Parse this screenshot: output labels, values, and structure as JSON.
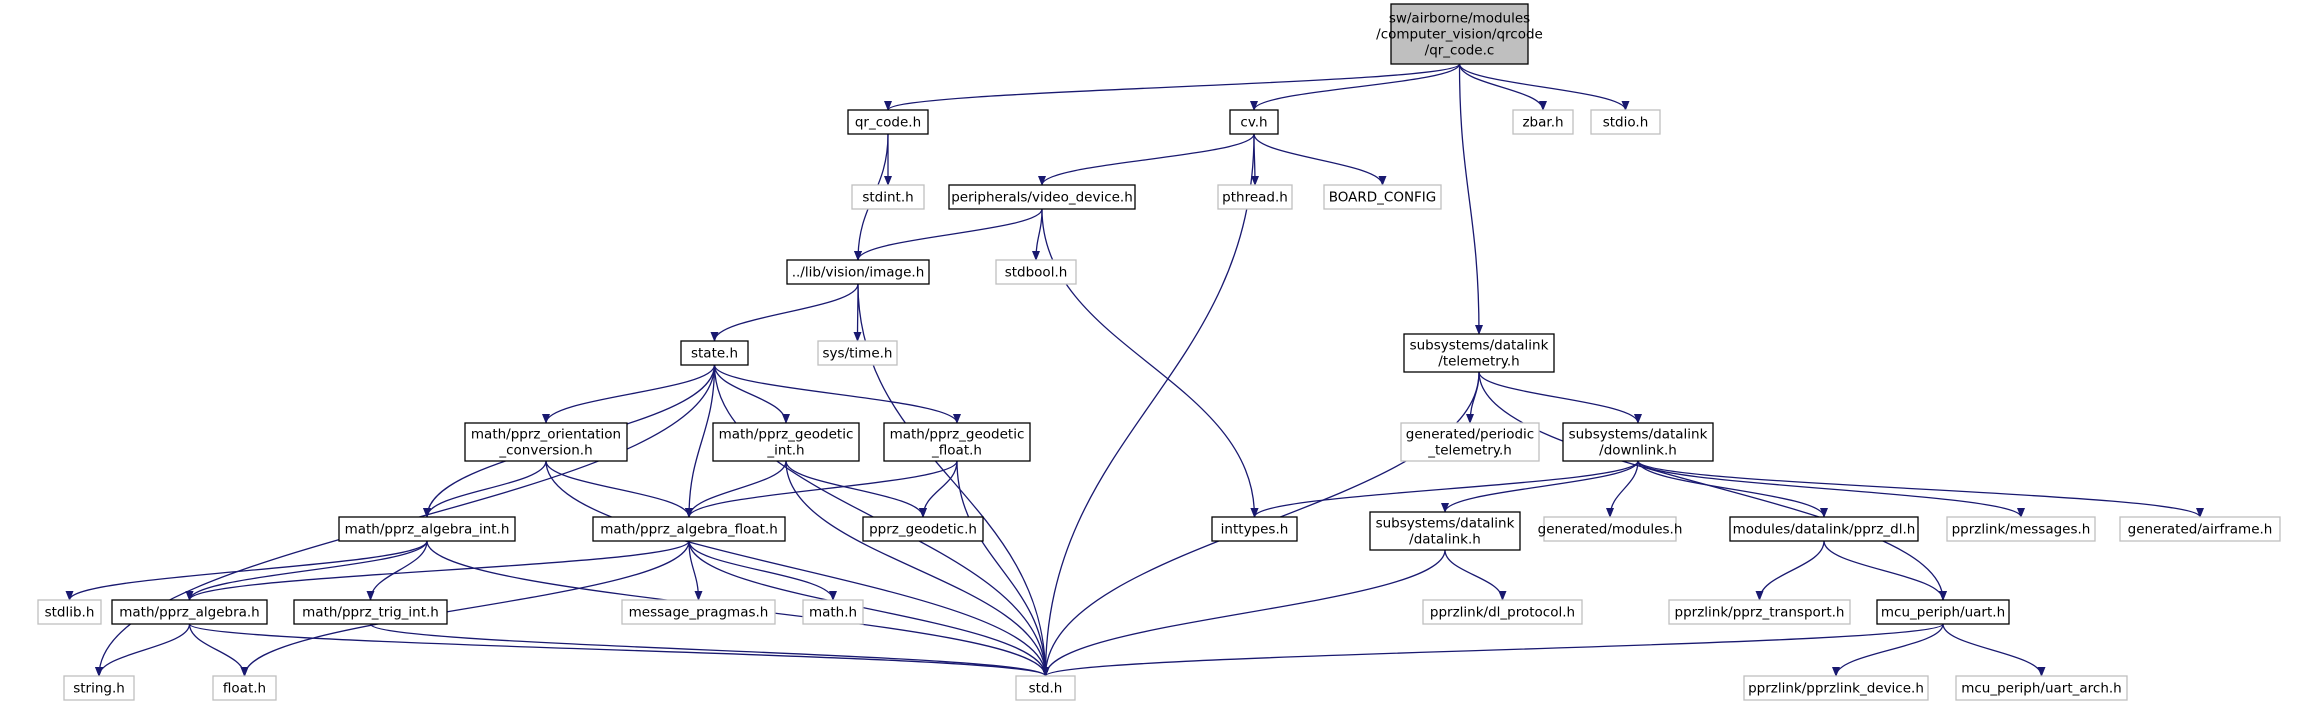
{
  "colors": {
    "edge": "#191970",
    "node_border": "#000000",
    "external_border": "#bfbfbf",
    "root_fill": "#bfbfbf",
    "node_fill": "#ffffff",
    "text": "#000000"
  },
  "nodes": [
    {
      "id": "root",
      "lines": [
        "sw/airborne/modules",
        "/computer_vision/qrcode",
        "/qr_code.c"
      ],
      "kind": "root"
    },
    {
      "id": "qr_code_h",
      "lines": [
        "qr_code.h"
      ],
      "kind": "normal"
    },
    {
      "id": "cv_h",
      "lines": [
        "cv.h"
      ],
      "kind": "normal"
    },
    {
      "id": "zbar_h",
      "lines": [
        "zbar.h"
      ],
      "kind": "external"
    },
    {
      "id": "stdio_h",
      "lines": [
        "stdio.h"
      ],
      "kind": "external"
    },
    {
      "id": "stdint_h",
      "lines": [
        "stdint.h"
      ],
      "kind": "external"
    },
    {
      "id": "video_device_h",
      "lines": [
        "peripherals/video_device.h"
      ],
      "kind": "normal"
    },
    {
      "id": "pthread_h",
      "lines": [
        "pthread.h"
      ],
      "kind": "external"
    },
    {
      "id": "board_config",
      "lines": [
        "BOARD_CONFIG"
      ],
      "kind": "external"
    },
    {
      "id": "image_h",
      "lines": [
        "../lib/vision/image.h"
      ],
      "kind": "normal"
    },
    {
      "id": "stdbool_h",
      "lines": [
        "stdbool.h"
      ],
      "kind": "external"
    },
    {
      "id": "state_h",
      "lines": [
        "state.h"
      ],
      "kind": "normal"
    },
    {
      "id": "sys_time_h",
      "lines": [
        "sys/time.h"
      ],
      "kind": "external"
    },
    {
      "id": "telemetry_h",
      "lines": [
        "subsystems/datalink",
        "/telemetry.h"
      ],
      "kind": "normal"
    },
    {
      "id": "orient_conv_h",
      "lines": [
        "math/pprz_orientation",
        "_conversion.h"
      ],
      "kind": "normal"
    },
    {
      "id": "geodetic_int_h",
      "lines": [
        "math/pprz_geodetic",
        "_int.h"
      ],
      "kind": "normal"
    },
    {
      "id": "geodetic_float_h",
      "lines": [
        "math/pprz_geodetic",
        "_float.h"
      ],
      "kind": "normal"
    },
    {
      "id": "periodic_telemetry_h",
      "lines": [
        "generated/periodic",
        "_telemetry.h"
      ],
      "kind": "external"
    },
    {
      "id": "downlink_h",
      "lines": [
        "subsystems/datalink",
        "/downlink.h"
      ],
      "kind": "normal"
    },
    {
      "id": "algebra_int_h",
      "lines": [
        "math/pprz_algebra_int.h"
      ],
      "kind": "normal"
    },
    {
      "id": "algebra_float_h",
      "lines": [
        "math/pprz_algebra_float.h"
      ],
      "kind": "normal"
    },
    {
      "id": "pprz_geodetic_h",
      "lines": [
        "pprz_geodetic.h"
      ],
      "kind": "normal"
    },
    {
      "id": "inttypes_h",
      "lines": [
        "inttypes.h"
      ],
      "kind": "normal"
    },
    {
      "id": "datalink_h",
      "lines": [
        "subsystems/datalink",
        "/datalink.h"
      ],
      "kind": "normal"
    },
    {
      "id": "gen_modules_h",
      "lines": [
        "generated/modules.h"
      ],
      "kind": "external"
    },
    {
      "id": "pprz_dl_h",
      "lines": [
        "modules/datalink/pprz_dl.h"
      ],
      "kind": "normal"
    },
    {
      "id": "pprzlink_messages_h",
      "lines": [
        "pprzlink/messages.h"
      ],
      "kind": "external"
    },
    {
      "id": "gen_airframe_h",
      "lines": [
        "generated/airframe.h"
      ],
      "kind": "external"
    },
    {
      "id": "stdlib_h",
      "lines": [
        "stdlib.h"
      ],
      "kind": "external"
    },
    {
      "id": "pprz_algebra_h",
      "lines": [
        "math/pprz_algebra.h"
      ],
      "kind": "normal"
    },
    {
      "id": "trig_int_h",
      "lines": [
        "math/pprz_trig_int.h"
      ],
      "kind": "normal"
    },
    {
      "id": "message_pragmas_h",
      "lines": [
        "message_pragmas.h"
      ],
      "kind": "external"
    },
    {
      "id": "math_h",
      "lines": [
        "math.h"
      ],
      "kind": "external"
    },
    {
      "id": "dl_protocol_h",
      "lines": [
        "pprzlink/dl_protocol.h"
      ],
      "kind": "external"
    },
    {
      "id": "pprz_transport_h",
      "lines": [
        "pprzlink/pprz_transport.h"
      ],
      "kind": "external"
    },
    {
      "id": "uart_h",
      "lines": [
        "mcu_periph/uart.h"
      ],
      "kind": "normal"
    },
    {
      "id": "string_h",
      "lines": [
        "string.h"
      ],
      "kind": "external"
    },
    {
      "id": "float_h",
      "lines": [
        "float.h"
      ],
      "kind": "external"
    },
    {
      "id": "std_h",
      "lines": [
        "std.h"
      ],
      "kind": "external"
    },
    {
      "id": "pprzlink_device_h",
      "lines": [
        "pprzlink/pprzlink_device.h"
      ],
      "kind": "external"
    },
    {
      "id": "uart_arch_h",
      "lines": [
        "mcu_periph/uart_arch.h"
      ],
      "kind": "external"
    }
  ],
  "edges": [
    [
      "root",
      "qr_code_h"
    ],
    [
      "root",
      "cv_h"
    ],
    [
      "root",
      "zbar_h"
    ],
    [
      "root",
      "stdio_h"
    ],
    [
      "root",
      "telemetry_h"
    ],
    [
      "qr_code_h",
      "stdint_h"
    ],
    [
      "qr_code_h",
      "image_h"
    ],
    [
      "cv_h",
      "video_device_h"
    ],
    [
      "cv_h",
      "pthread_h"
    ],
    [
      "cv_h",
      "board_config"
    ],
    [
      "cv_h",
      "std_h"
    ],
    [
      "video_device_h",
      "image_h"
    ],
    [
      "video_device_h",
      "stdbool_h"
    ],
    [
      "video_device_h",
      "inttypes_h"
    ],
    [
      "image_h",
      "state_h"
    ],
    [
      "image_h",
      "sys_time_h"
    ],
    [
      "image_h",
      "std_h"
    ],
    [
      "state_h",
      "string_h"
    ],
    [
      "state_h",
      "algebra_int_h"
    ],
    [
      "state_h",
      "orient_conv_h"
    ],
    [
      "state_h",
      "algebra_float_h"
    ],
    [
      "state_h",
      "geodetic_int_h"
    ],
    [
      "state_h",
      "geodetic_float_h"
    ],
    [
      "state_h",
      "std_h"
    ],
    [
      "orient_conv_h",
      "algebra_int_h"
    ],
    [
      "orient_conv_h",
      "algebra_float_h"
    ],
    [
      "orient_conv_h",
      "std_h"
    ],
    [
      "geodetic_int_h",
      "algebra_float_h"
    ],
    [
      "geodetic_int_h",
      "pprz_geodetic_h"
    ],
    [
      "geodetic_int_h",
      "std_h"
    ],
    [
      "geodetic_float_h",
      "algebra_float_h"
    ],
    [
      "geodetic_float_h",
      "pprz_geodetic_h"
    ],
    [
      "geodetic_float_h",
      "std_h"
    ],
    [
      "algebra_int_h",
      "stdlib_h"
    ],
    [
      "algebra_int_h",
      "pprz_algebra_h"
    ],
    [
      "algebra_int_h",
      "trig_int_h"
    ],
    [
      "algebra_int_h",
      "std_h"
    ],
    [
      "algebra_float_h",
      "pprz_algebra_h"
    ],
    [
      "algebra_float_h",
      "float_h"
    ],
    [
      "algebra_float_h",
      "message_pragmas_h"
    ],
    [
      "algebra_float_h",
      "math_h"
    ],
    [
      "algebra_float_h",
      "std_h"
    ],
    [
      "pprz_algebra_h",
      "string_h"
    ],
    [
      "pprz_algebra_h",
      "float_h"
    ],
    [
      "pprz_algebra_h",
      "std_h"
    ],
    [
      "trig_int_h",
      "std_h"
    ],
    [
      "telemetry_h",
      "std_h"
    ],
    [
      "telemetry_h",
      "periodic_telemetry_h"
    ],
    [
      "telemetry_h",
      "downlink_h"
    ],
    [
      "telemetry_h",
      "uart_h"
    ],
    [
      "downlink_h",
      "inttypes_h"
    ],
    [
      "downlink_h",
      "datalink_h"
    ],
    [
      "downlink_h",
      "gen_modules_h"
    ],
    [
      "downlink_h",
      "pprz_dl_h"
    ],
    [
      "downlink_h",
      "pprzlink_messages_h"
    ],
    [
      "downlink_h",
      "gen_airframe_h"
    ],
    [
      "datalink_h",
      "dl_protocol_h"
    ],
    [
      "datalink_h",
      "std_h"
    ],
    [
      "pprz_dl_h",
      "pprz_transport_h"
    ],
    [
      "pprz_dl_h",
      "uart_h"
    ],
    [
      "uart_h",
      "std_h"
    ],
    [
      "uart_h",
      "pprzlink_device_h"
    ],
    [
      "uart_h",
      "uart_arch_h"
    ]
  ]
}
